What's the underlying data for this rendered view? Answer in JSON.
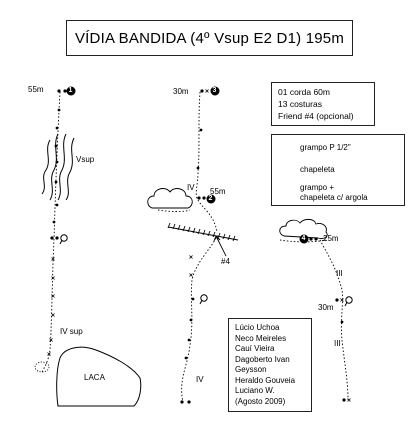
{
  "title": "VÍDIA BANDIDA (4º Vsup E2 D1) 195m",
  "gear": {
    "lines": [
      "01 corda 60m",
      "13 costuras",
      "Friend #4 (opcional)"
    ]
  },
  "legend": {
    "bolt_label": "grampo P 1/2\"",
    "hanger_label": "chapeleta",
    "anchor_label_1": "grampo +",
    "anchor_label_2": "chapeleta c/ argola"
  },
  "credits": {
    "lines": [
      "Lúcio Uchoa",
      "Neco Meireles",
      "Cauí Vieira",
      "Dagoberto Ivan",
      "Geysson",
      "Heraldo Gouveia",
      "Luciano W.",
      "(Agosto 2009)"
    ]
  },
  "pitches": [
    {
      "number": "1",
      "length": "55m",
      "grade": "Vsup"
    },
    {
      "number": "2",
      "length": "55m",
      "grade": "IV"
    },
    {
      "number": "3",
      "length": "30m"
    },
    {
      "number": "4",
      "length": "25m",
      "grade": "III"
    }
  ],
  "labels": {
    "iv_sup": "IV sup",
    "laca": "LACA",
    "friend": "#4",
    "iv_low": "IV",
    "iii_low": "III",
    "len_30m_right": "30m"
  }
}
